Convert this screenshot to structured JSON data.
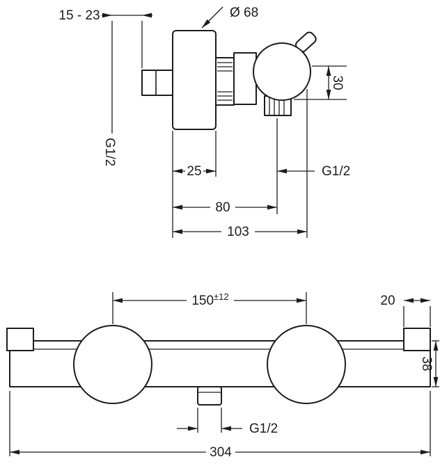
{
  "top_view": {
    "wall_depth": "15 - 23",
    "escutcheon_diameter": "Ø 68",
    "outlet_height": "30",
    "inlet_thread": "G1/2",
    "escutcheon_depth": "25",
    "outlet_thread": "G1/2",
    "depth_to_outlet": "80",
    "total_depth": "103"
  },
  "bottom_view": {
    "connection_distance": "150",
    "connection_tolerance": "±12",
    "end_cap_width": "20",
    "body_height": "38",
    "outlet_thread": "G1/2",
    "total_width": "304"
  },
  "colors": {
    "line": "#1c1c1c",
    "background": "#ffffff"
  }
}
